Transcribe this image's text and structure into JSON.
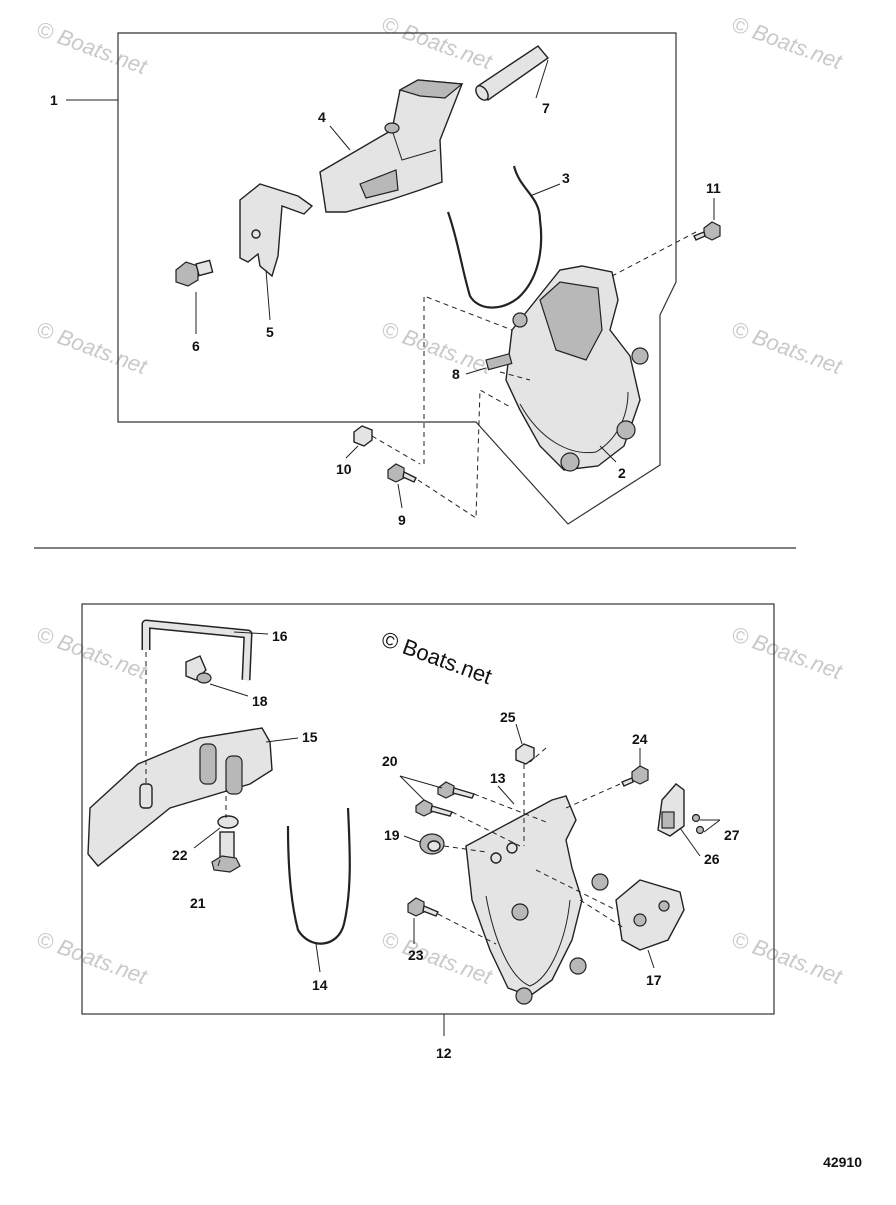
{
  "watermark": {
    "text": "© Boats.net"
  },
  "brand_caption": "© Boats.net",
  "reference_number": "42910",
  "callouts": {
    "c1": "1",
    "c2": "2",
    "c3": "3",
    "c4": "4",
    "c5": "5",
    "c6": "6",
    "c7": "7",
    "c8": "8",
    "c9": "9",
    "c10": "10",
    "c11": "11",
    "c12": "12",
    "c13": "13",
    "c14": "14",
    "c15": "15",
    "c16": "16",
    "c17": "17",
    "c18": "18",
    "c19": "19",
    "c20": "20",
    "c21": "21",
    "c22": "22",
    "c23": "23",
    "c24": "24",
    "c25": "25",
    "c26": "26",
    "c27": "27"
  }
}
